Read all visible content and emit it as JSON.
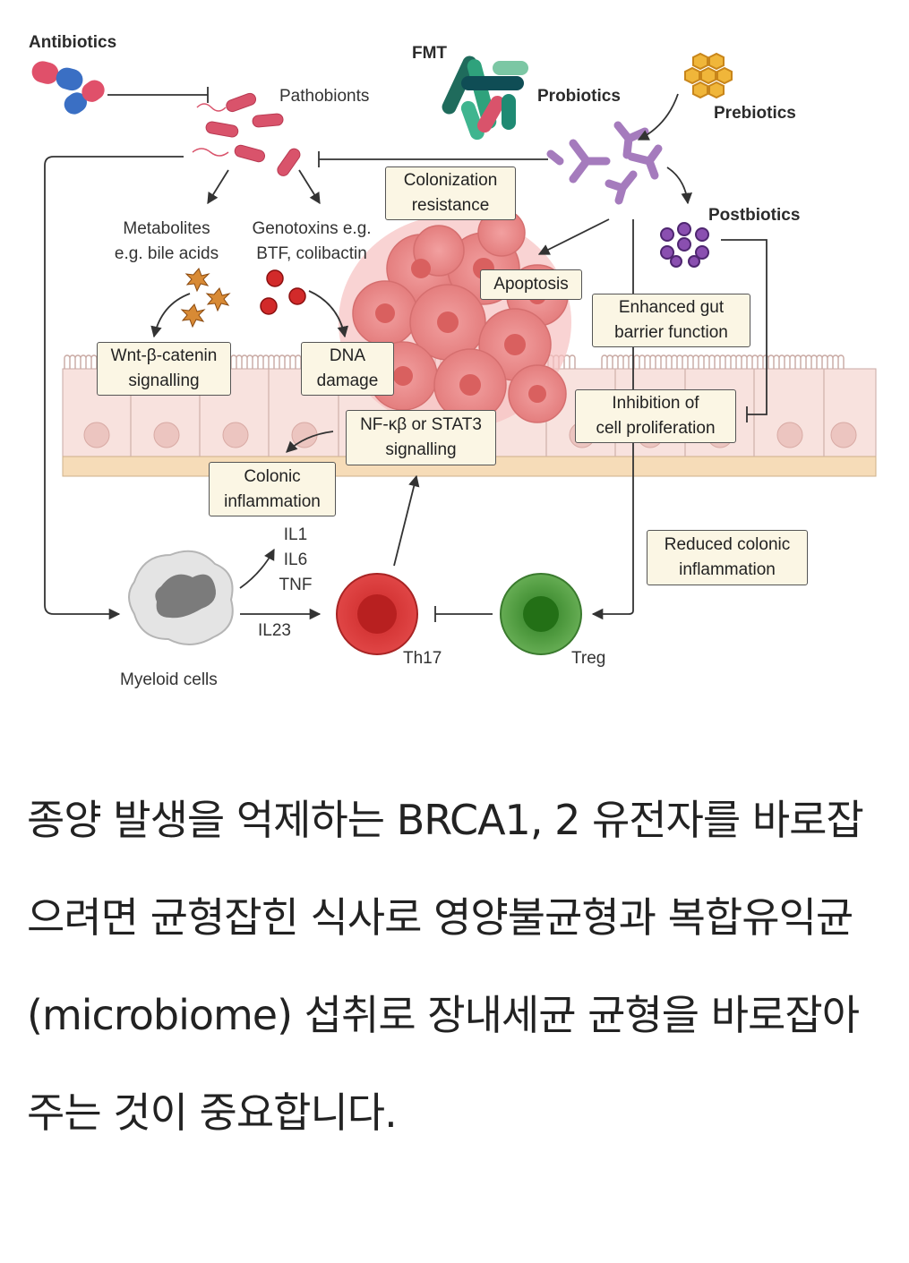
{
  "labels": {
    "antibiotics": "Antibiotics",
    "pathobionts": "Pathobionts",
    "fmt": "FMT",
    "probiotics": "Probiotics",
    "prebiotics": "Prebiotics",
    "postbiotics": "Postbiotics",
    "metabolites": "Metabolites\ne.g. bile acids",
    "genotoxins": "Genotoxins e.g.\nBTF, colibactin",
    "cytokines": "IL1\nIL6\nTNF",
    "il23": "IL23",
    "myeloid_cells": "Myeloid cells",
    "th17": "Th17",
    "treg": "Treg"
  },
  "boxes": {
    "colonization_resistance": "Colonization\nresistance",
    "apoptosis": "Apoptosis",
    "enhanced_gut_barrier": "Enhanced gut\nbarrier function",
    "wnt_signalling": "Wnt-β-catenin\nsignalling",
    "dna_damage": "DNA\ndamage",
    "inhibition_proliferation": "Inhibition of\ncell proliferation",
    "nfkb_signalling": "NF-κβ or STAT3\nsignalling",
    "colonic_inflammation": "Colonic\ninflammation",
    "reduced_inflammation": "Reduced colonic\ninflammation"
  },
  "caption": "종양 발생을 억제하는 BRCA1, 2 유전자를 바로잡으려면 균형잡힌 식사로 영양불균형과 복합유익균(microbiome) 섭취로 장내세균 균형을 바로잡아주는 것이 중요합니다.",
  "colors": {
    "box_fill": "#fbf6e4",
    "arrow": "#333333",
    "pathobiont": "#d9536b",
    "probiotic": "#9b6ab0",
    "prebiotic": "#d9961f",
    "postbiotic": "#6a3a8c",
    "tumor": "#ec8a8a",
    "epithelium": "#f7e3e0",
    "th17": "#d93a3a",
    "treg": "#5aa34a"
  }
}
